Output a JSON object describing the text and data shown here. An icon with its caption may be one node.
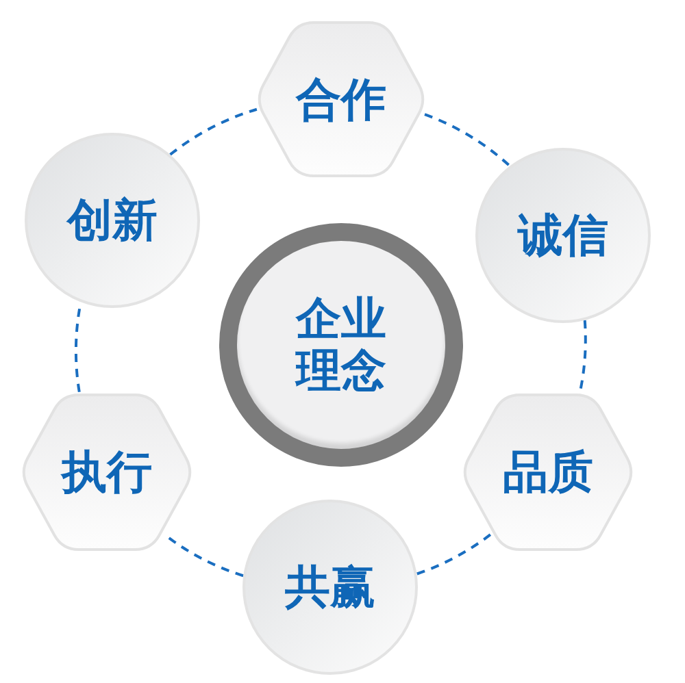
{
  "diagram": {
    "nodes": [
      {
        "text": [
          "企业理念"
        ]
      },
      {
        "text": [
          "合作"
        ]
      },
      {
        "text": [
          "诚信"
        ]
      },
      {
        "text": [
          "品质"
        ]
      },
      {
        "text": [
          "共赢"
        ]
      },
      {
        "text": [
          "执行"
        ]
      },
      {
        "text": [
          "创新"
        ]
      }
    ],
    "edges": [
      {
        "from": 1,
        "to": 2,
        "arrow": "none",
        "style": "dashed"
      },
      {
        "from": 2,
        "to": 3,
        "arrow": "none",
        "style": "dashed"
      },
      {
        "from": 3,
        "to": 4,
        "arrow": "none",
        "style": "dashed"
      },
      {
        "from": 4,
        "to": 5,
        "arrow": "none",
        "style": "dashed"
      },
      {
        "from": 5,
        "to": 6,
        "arrow": "none",
        "style": "dashed"
      },
      {
        "from": 6,
        "to": 1,
        "arrow": "none",
        "style": "dashed"
      }
    ]
  }
}
